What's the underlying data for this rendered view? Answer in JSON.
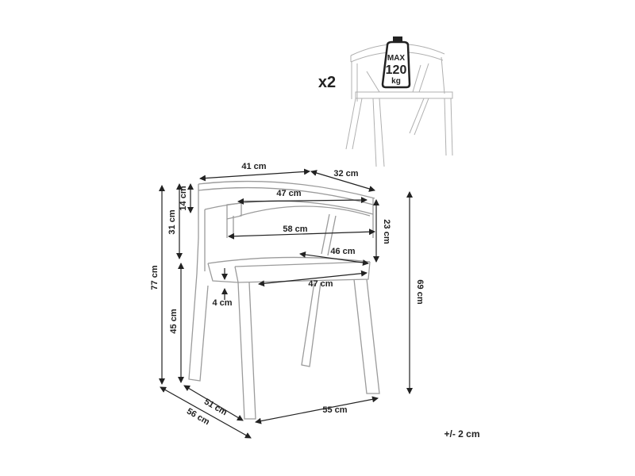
{
  "quantity": "x2",
  "weight_badge": {
    "top": "MAX",
    "value": "120",
    "unit": "kg"
  },
  "tolerance": "+/- 2 cm",
  "dimensions": {
    "backrest_top_width": "41 cm",
    "backrest_depth": "32 cm",
    "backrest_height": "14 cm",
    "backrest_inner_width": "47 cm",
    "arm_height_above_seat": "31 cm",
    "arm_width": "58 cm",
    "arm_to_seat": "23 cm",
    "seat_depth": "46 cm",
    "seat_width": "47 cm",
    "seat_thickness": "4 cm",
    "total_height": "77 cm",
    "seat_height": "45 cm",
    "arm_height": "69 cm",
    "depth_seat": "51 cm",
    "depth_total": "56 cm",
    "width_total": "55 cm"
  }
}
